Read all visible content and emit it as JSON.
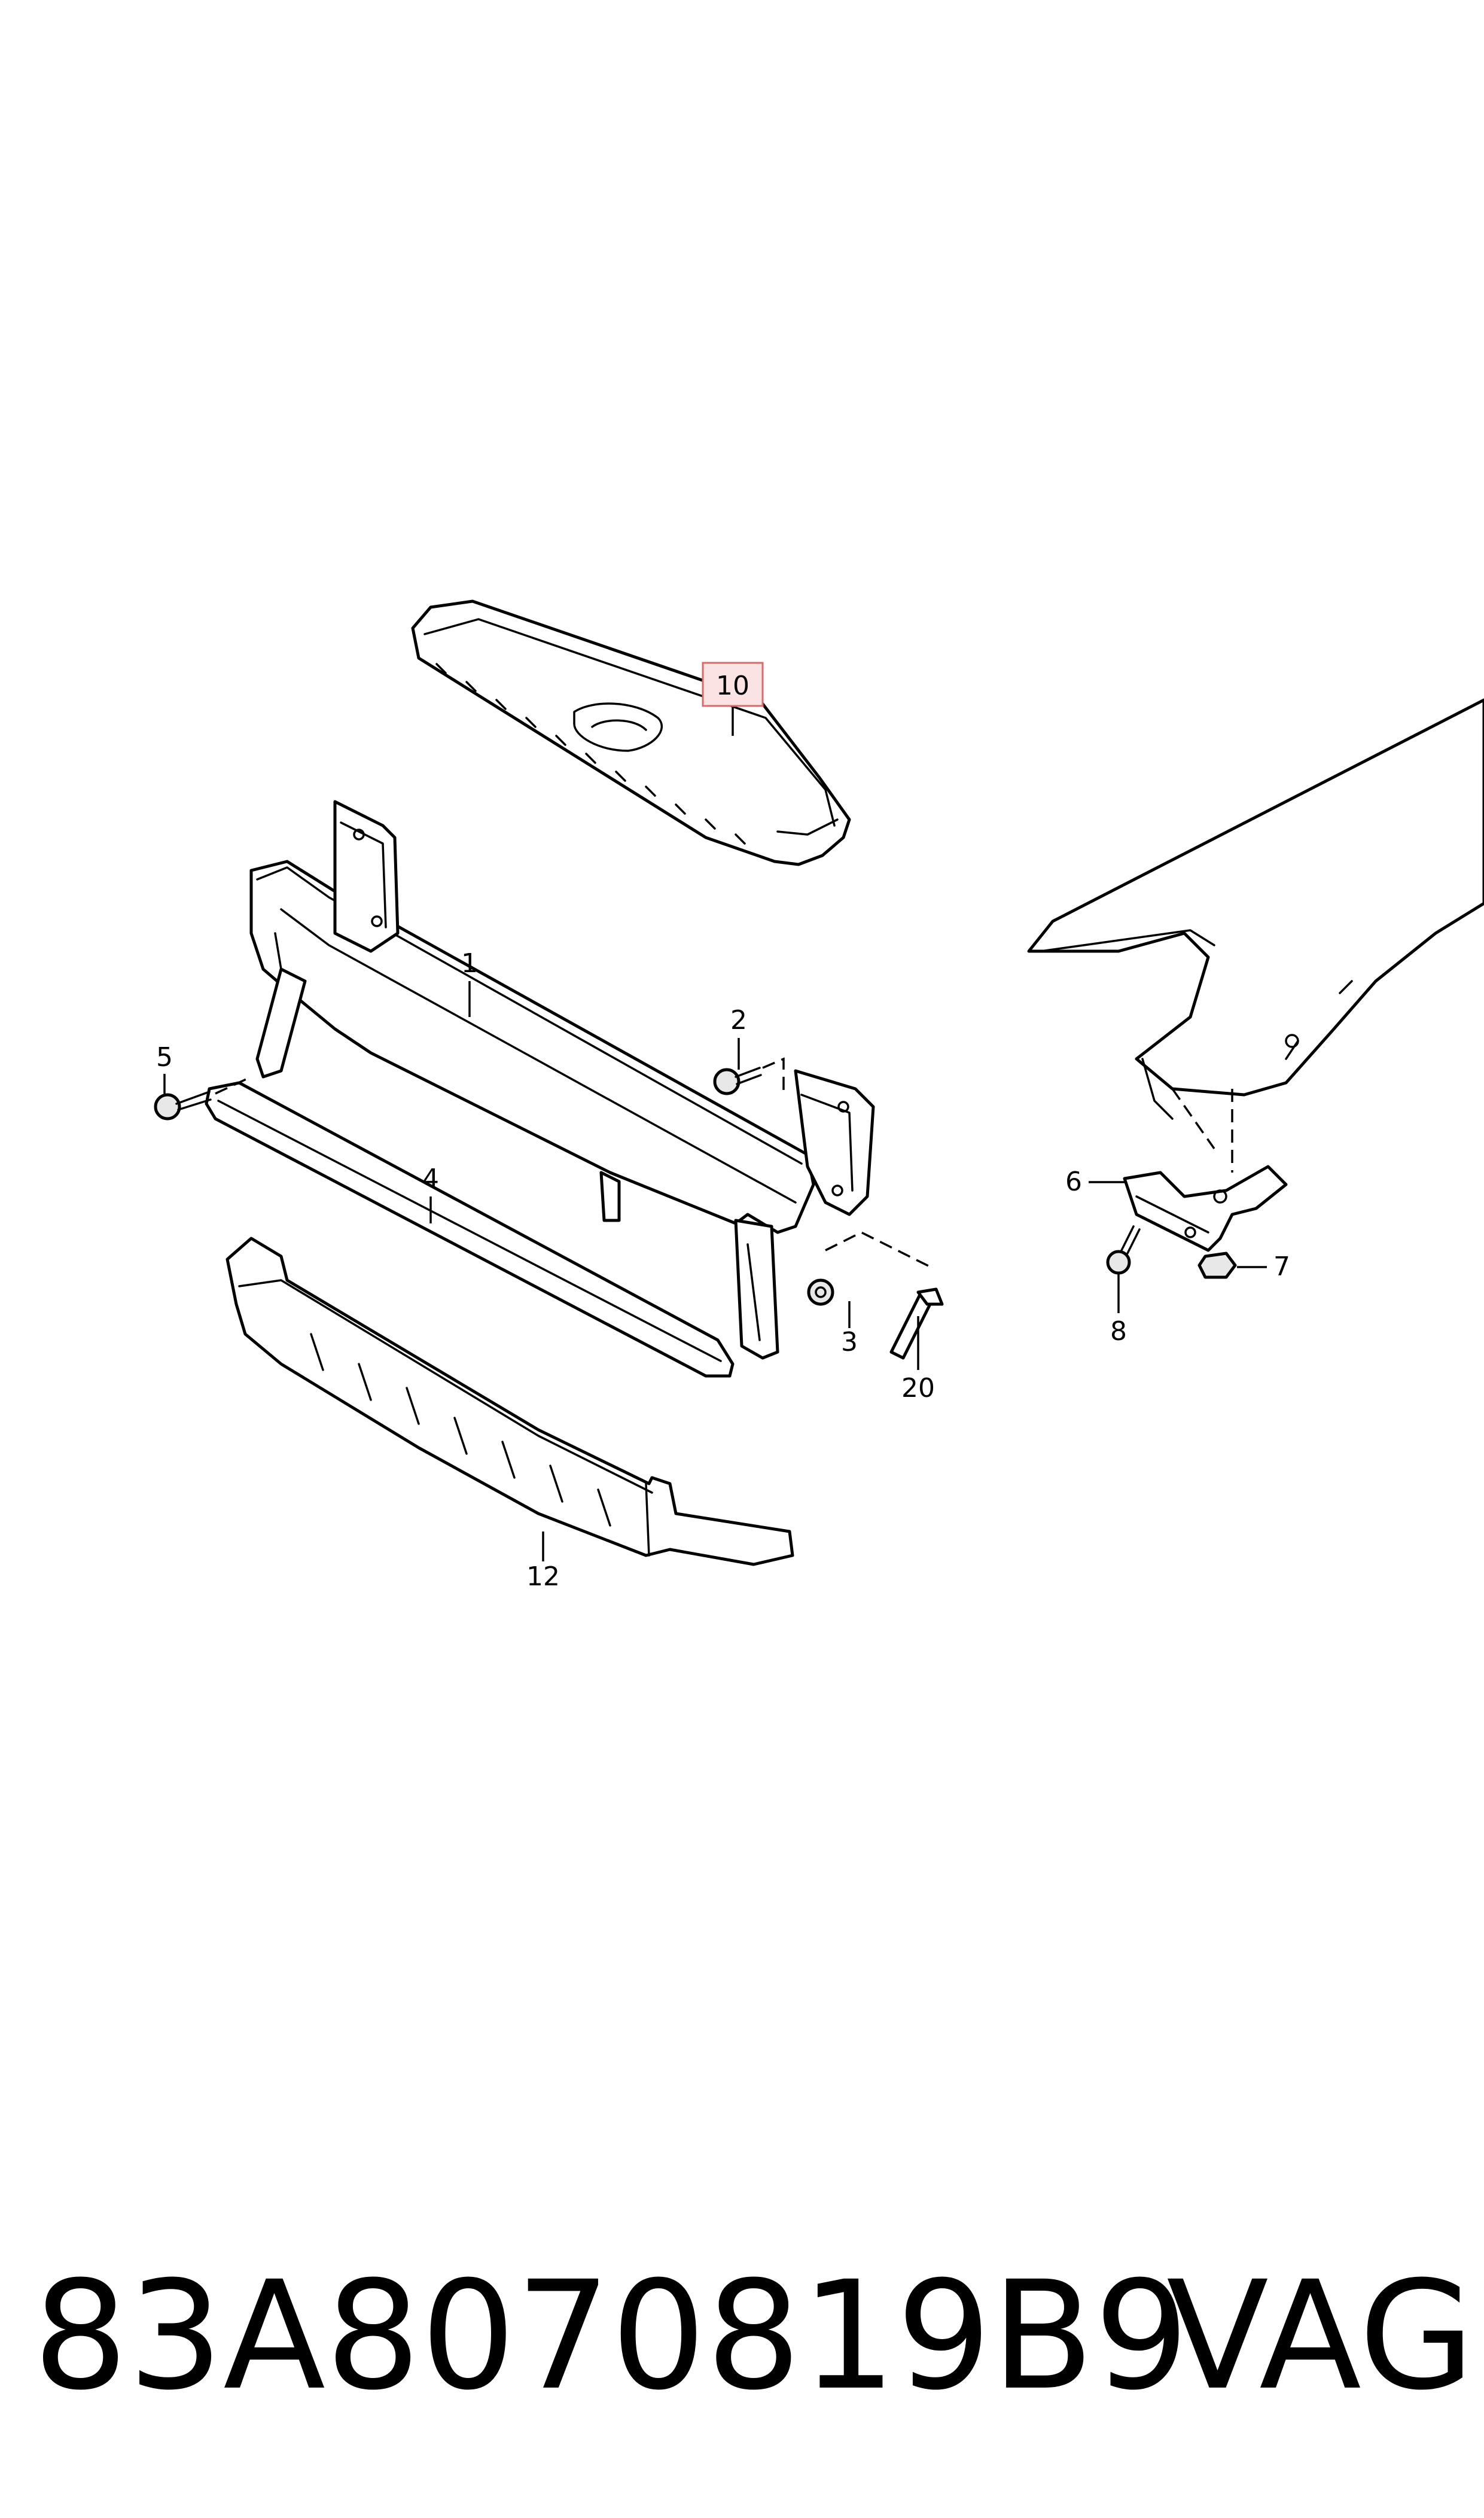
{
  "callouts": {
    "c1": "1",
    "c2": "2",
    "c3": "3",
    "c4": "4",
    "c5": "5",
    "c6": "6",
    "c7": "7",
    "c8": "8",
    "c10": "10",
    "c12": "12",
    "c20": "20"
  },
  "highlighted_callout": "10",
  "colors": {
    "highlight_fill": "#fbe3e3",
    "highlight_border": "#d86a6a",
    "line": "#000000"
  },
  "footer": {
    "part_number": "83A8070819B9",
    "brand": "VAG"
  }
}
